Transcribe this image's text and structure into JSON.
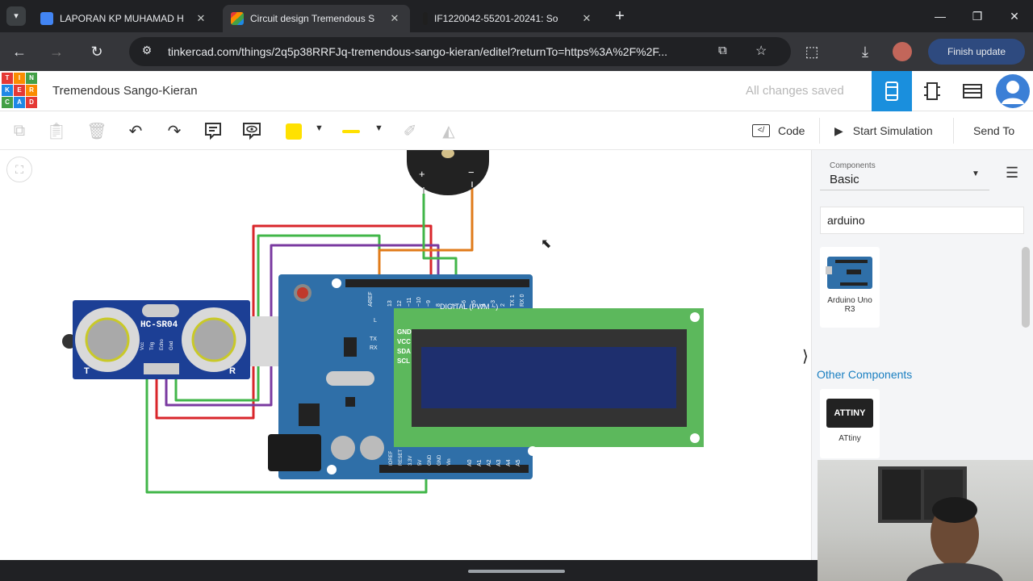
{
  "browser": {
    "tabs": [
      {
        "title": "LAPORAN KP MUHAMAD H",
        "icon": "docs-icon",
        "active": false
      },
      {
        "title": "Circuit design Tremendous S",
        "icon": "tinkercad-icon",
        "active": true
      },
      {
        "title": "IF1220042-55201-20241: So",
        "icon": "tab-favicon",
        "active": false
      }
    ],
    "url": "tinkercad.com/things/2q5p38RRFJq-tremendous-sango-kieran/editel?returnTo=https%3A%2F%2F...",
    "finish_update_label": "Finish update"
  },
  "header": {
    "logo_letters": [
      "TIN",
      "KER",
      "CAD"
    ],
    "title": "Tremendous Sango-Kieran",
    "save_status": "All changes saved"
  },
  "toolbar": {
    "code_label": "Code",
    "start_simulation_label": "Start Simulation",
    "send_to_label": "Send To",
    "fill_color": "#ffe100",
    "wire_color": "#ffe100"
  },
  "circuit": {
    "sensor_label": "HC-SR04",
    "sensor_pins": [
      "Vcc",
      "Trig",
      "Echo",
      "Gnd"
    ],
    "sensor_corner_labels": [
      "T",
      "R"
    ],
    "buzzer_pins": [
      "+",
      "−"
    ],
    "arduino_digital_label": "DIGITAL (PWM ~)",
    "arduino_top_pins": [
      "AREF",
      "13",
      "12",
      "~11",
      "~10",
      "~9",
      "8",
      "7",
      "~6",
      "~5",
      "4",
      "~3",
      "2",
      "TX 1",
      "RX 0"
    ],
    "arduino_bottom_pins": [
      "IOREF",
      "RESET",
      "3.3V",
      "5V",
      "GND",
      "GND",
      "Vin",
      "A0",
      "A1",
      "A2",
      "A3",
      "A4",
      "A5"
    ],
    "arduino_leds": [
      "L",
      "TX",
      "RX"
    ],
    "lcd_pins": [
      "GND",
      "VCC",
      "SDA",
      "SCL"
    ]
  },
  "panel": {
    "components_label": "Components",
    "components_value": "Basic",
    "search_value": "arduino",
    "items": [
      {
        "name": "Arduino Uno R3",
        "icon": "arduino-icon"
      }
    ],
    "other_components_label": "Other Components",
    "other_items": [
      {
        "name": "ATtiny",
        "chip_label": "ATTINY",
        "icon": "attiny-icon"
      }
    ]
  },
  "colors": {
    "accent": "#1a7fc1",
    "arduino_blue": "#2f6fa8",
    "lcd_green": "#5cb85c",
    "wire_red": "#d9262b",
    "wire_green": "#41b649",
    "wire_purple": "#7a3aa0",
    "wire_orange": "#e07b1a"
  }
}
